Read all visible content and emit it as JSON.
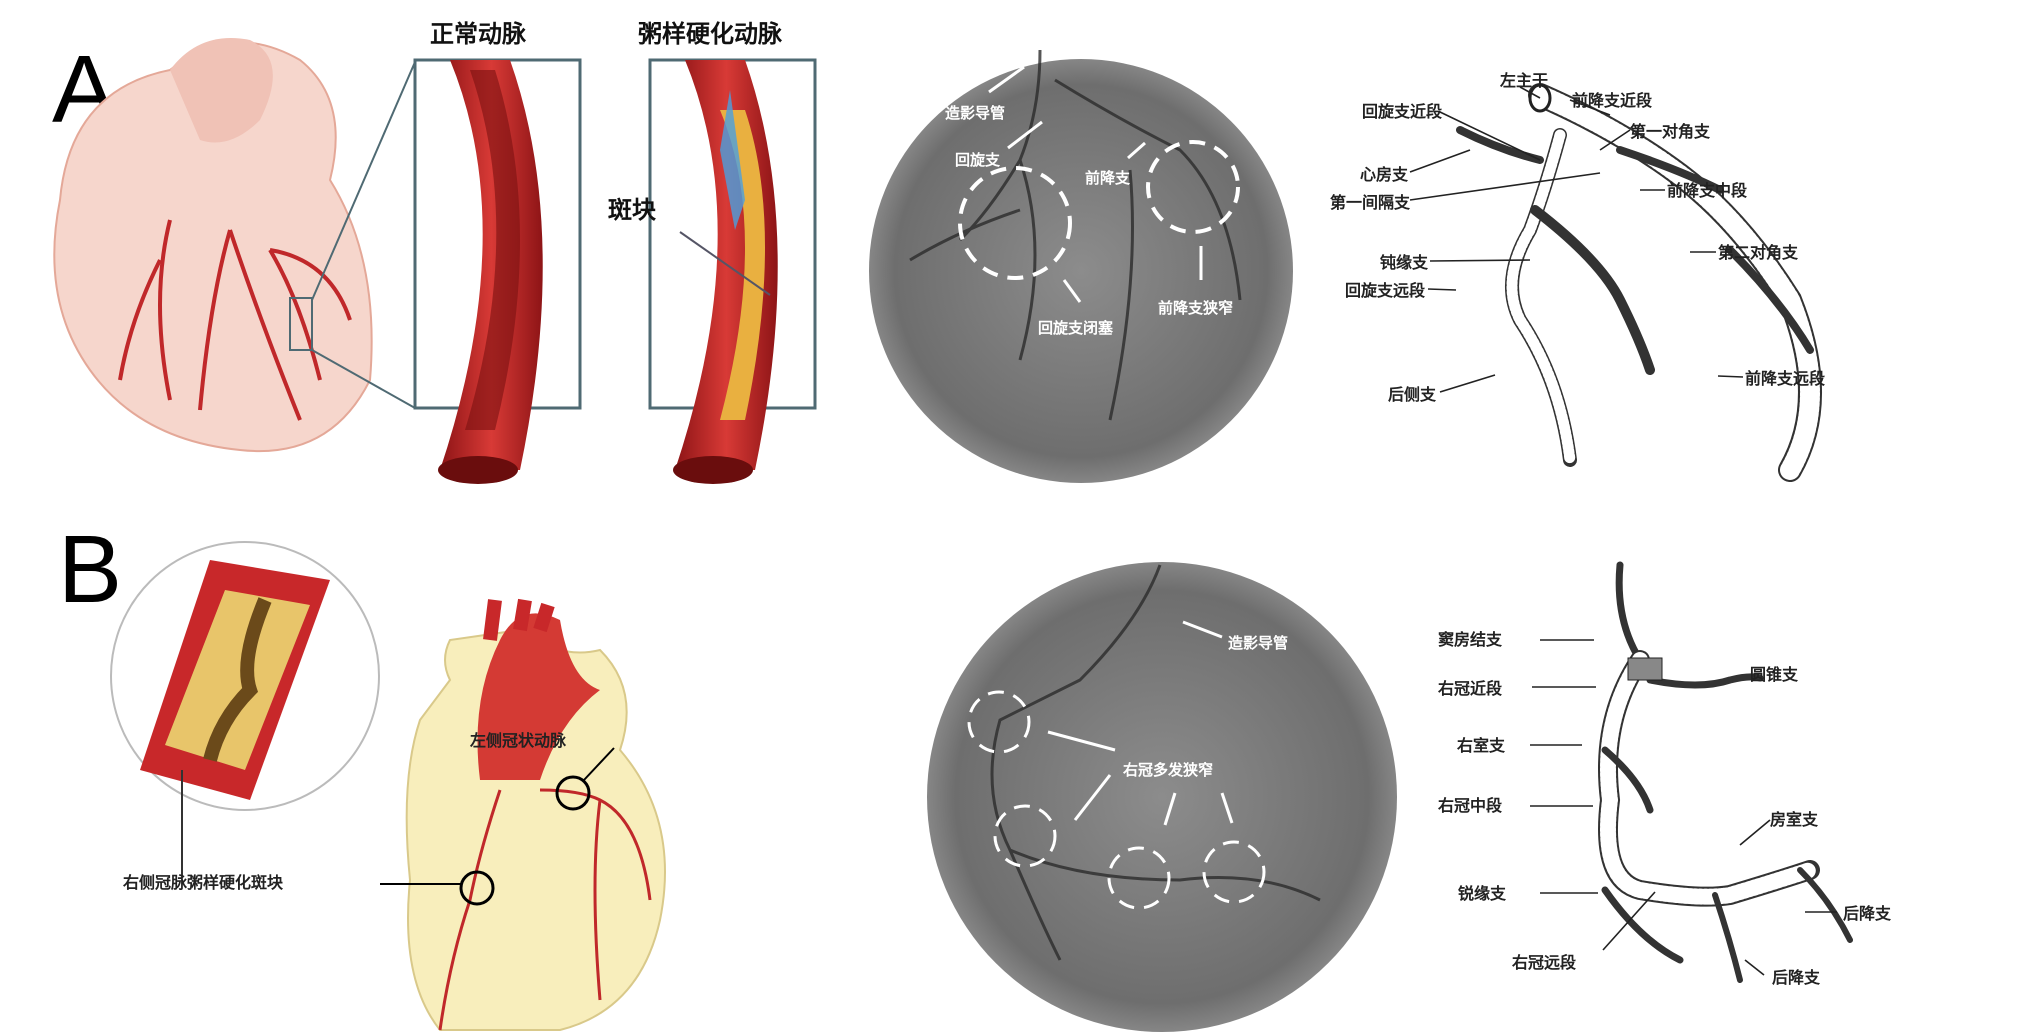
{
  "panel_labels": {
    "a": "A",
    "b": "B"
  },
  "panel_a": {
    "normal_artery_title": "正常动脉",
    "atherosclerotic_artery_title": "粥样硬化动脉",
    "plaque_label": "斑块",
    "angiogram_labels": {
      "catheter": "造影导管",
      "circumflex": "回旋支",
      "lad": "前降支",
      "circumflex_occlusion": "回旋支闭塞",
      "lad_stenosis": "前降支狭窄"
    },
    "diagram_labels": {
      "left_main": "左主干",
      "lad_proximal": "前降支近段",
      "lcx_proximal": "回旋支近段",
      "first_diagonal": "第一对角支",
      "atrial_branch": "心房支",
      "first_septal": "第一间隔支",
      "lad_mid": "前降支中段",
      "second_diagonal": "第二对角支",
      "obtuse_marginal": "钝缘支",
      "lcx_distal": "回旋支远段",
      "posterolateral": "后侧支",
      "lad_distal": "前降支远段"
    }
  },
  "panel_b": {
    "left_coronary_label": "左侧冠状动脉",
    "rca_plaque_label": "右侧冠脉粥样硬化斑块",
    "angiogram_labels": {
      "catheter": "造影导管",
      "rca_multiple_stenosis": "右冠多发狭窄"
    },
    "diagram_labels": {
      "sa_node_branch": "窦房结支",
      "rca_proximal": "右冠近段",
      "conus_branch": "圆锥支",
      "rv_branch": "右室支",
      "rca_mid": "右冠中段",
      "av_branch": "房室支",
      "acute_marginal": "锐缘支",
      "pda_1": "后降支",
      "rca_distal": "右冠远段",
      "pda_2": "后降支"
    }
  },
  "colors": {
    "artery_red": "#c8282a",
    "heart_pink": "#f6d6cc",
    "heart_cream": "#f8eebc",
    "plaque_yellow": "#e9b040"
  }
}
